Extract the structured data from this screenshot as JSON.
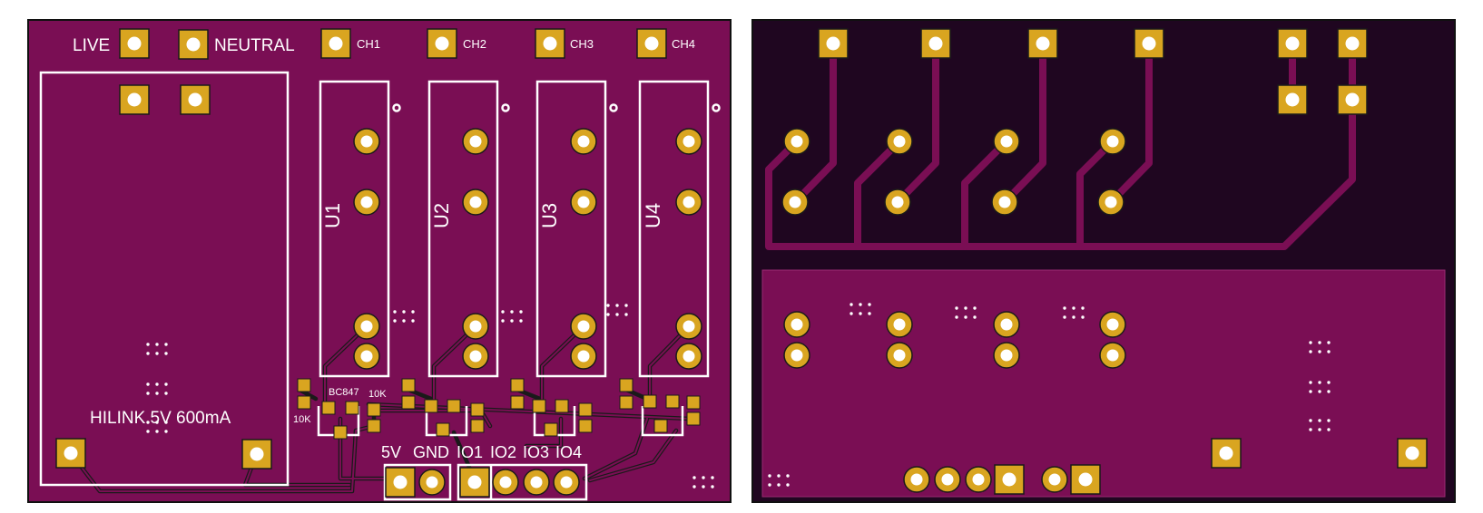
{
  "colors": {
    "board_front": "#7a0e54",
    "board_back": "#1f0620",
    "copper_back": "#6b0f4c",
    "pad": "#d9a520",
    "drill": "#ffffff",
    "silk": "#ffffff",
    "board_edge": "#101010"
  },
  "front": {
    "labels": {
      "live": "LIVE",
      "neutral": "NEUTRAL",
      "ch1": "CH1",
      "ch2": "CH2",
      "ch3": "CH3",
      "ch4": "CH4",
      "u1": "U1",
      "u2": "U2",
      "u3": "U3",
      "u4": "U4",
      "bc847": "BC847",
      "r_10k_a": "10K",
      "r_10k_b": "10K",
      "hilink": "HILINK 5V 600mA",
      "v5": "5V",
      "gnd": "GND",
      "io1": "IO1",
      "io2": "IO2",
      "io3": "IO3",
      "io4": "IO4"
    }
  }
}
